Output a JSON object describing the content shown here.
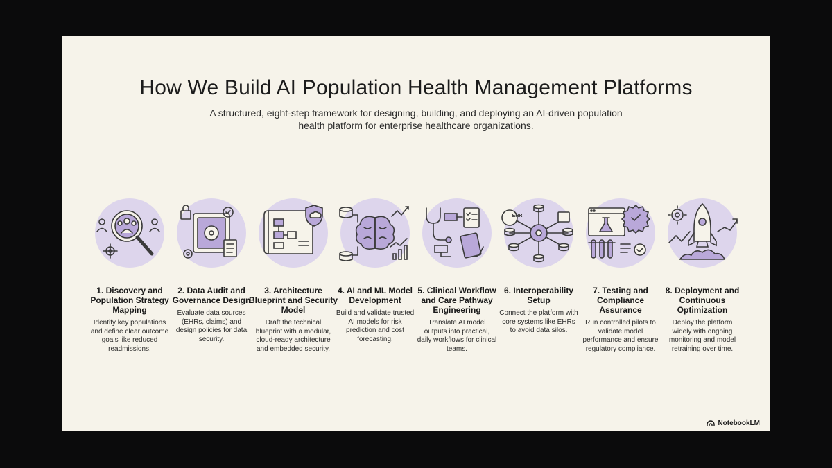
{
  "title": "How We Build AI Population Health Management Platforms",
  "subtitle": "A structured, eight-step framework for designing, building, and deploying an AI-driven population health platform for enterprise healthcare organizations.",
  "brand": "NotebookLM",
  "colors": {
    "bubble": "#ddd5ec",
    "accent": "#b9a8d9",
    "ink": "#3a3a3a",
    "slide_bg": "#f6f3ea"
  },
  "steps": [
    {
      "title": "1. Discovery and Population Strategy Mapping",
      "desc": "Identify key populations and define clear outcome goals like reduced readmissions.",
      "icon": "magnifier-people-icon"
    },
    {
      "title": "2. Data Audit and Governance Design",
      "desc": "Evaluate data sources (EHRs, claims) and design policies for data security.",
      "icon": "vault-lock-icon"
    },
    {
      "title": "3. Architecture Blueprint and Security Model",
      "desc": "Draft the technical blueprint with a modular, cloud-ready architecture and embedded security.",
      "icon": "blueprint-shield-icon"
    },
    {
      "title": "4. AI and ML Model Development",
      "desc": "Build and validate trusted AI models for risk prediction and cost forecasting.",
      "icon": "brain-database-icon"
    },
    {
      "title": "5. Clinical Workflow and Care Pathway Engineering",
      "desc": "Translate AI model outputs into practical, daily workflows for clinical teams.",
      "icon": "stethoscope-workflow-icon"
    },
    {
      "title": "6. Interoperability Setup",
      "desc": "Connect the platform with core systems like EHRs to avoid data silos.",
      "icon": "hub-network-icon",
      "ehr_label": "EHR"
    },
    {
      "title": "7. Testing and Compliance Assurance",
      "desc": "Run controlled pilots to validate model performance and ensure regulatory compliance.",
      "icon": "lab-badge-icon"
    },
    {
      "title": "8. Deployment and Continuous Optimization",
      "desc": "Deploy the platform widely with ongoing monitoring and model retraining over time.",
      "icon": "rocket-launch-icon"
    }
  ]
}
